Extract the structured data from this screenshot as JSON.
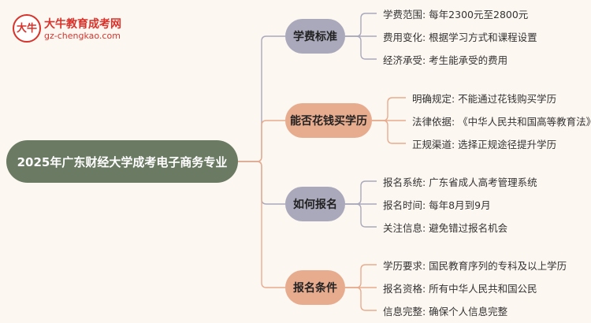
{
  "logo": {
    "mark": "大牛",
    "title": "大牛教育成考网",
    "url": "gz-chengkao.com"
  },
  "root": "2025年广东财经大学成考电子商务专业",
  "branches": [
    {
      "label": "学费标准",
      "color": "#a9a9bb",
      "leaves": [
        "学费范围: 每年2300元至2800元",
        "费用变化: 根据学习方式和课程设置",
        "经济承受: 考生能承受的费用"
      ]
    },
    {
      "label": "能否花钱买学历",
      "color": "#e7ab8e",
      "leaves": [
        "明确规定: 不能通过花钱购买学历",
        "法律依据: 《中华人民共和国高等教育法》",
        "正规渠道: 选择正规途径提升学历"
      ]
    },
    {
      "label": "如何报名",
      "color": "#a9a9bb",
      "leaves": [
        "报名系统: 广东省成人高考管理系统",
        "报名时间: 每年8月到9月",
        "关注信息: 避免错过报名机会"
      ]
    },
    {
      "label": "报名条件",
      "color": "#e7ab8e",
      "leaves": [
        "学历要求: 国民教育序列的专科及以上学历",
        "报名资格: 所有中华人民共和国公民",
        "信息完整: 确保个人信息完整"
      ]
    }
  ]
}
